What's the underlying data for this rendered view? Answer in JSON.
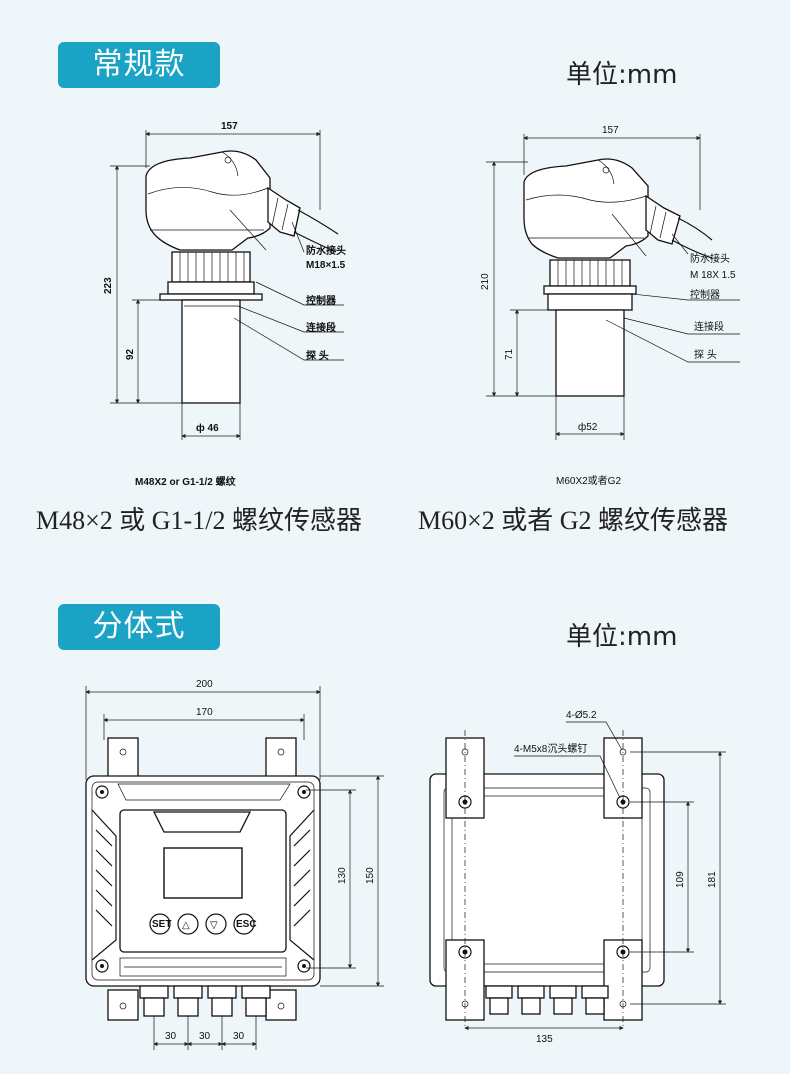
{
  "sections": {
    "standard": {
      "title": "常规款",
      "unit": "单位:mm"
    },
    "split": {
      "title": "分体式",
      "unit": "单位:mm"
    }
  },
  "sensor_left": {
    "dim_width": "157",
    "dim_height": "223",
    "dim_probe": "92",
    "dim_diameter": "ф 46",
    "label_waterproof": "防水接头",
    "label_gland": "M18×1.5",
    "label_controller": "控制器",
    "label_connector": "连接段",
    "label_probe": "探 头",
    "thread_note": "M48X2 or G1-1/2 螺纹",
    "caption": "M48×2 或 G1-1/2 螺纹传感器"
  },
  "sensor_right": {
    "dim_width": "157",
    "dim_height": "210",
    "dim_probe": "71",
    "dim_diameter": "ф52",
    "label_waterproof": "防水接头",
    "label_gland": "M 18X 1.5",
    "label_controller": "控制器",
    "label_connector": "连接段",
    "label_probe": "探 头",
    "thread_note": "M60X2或者G2",
    "caption": "M60×2 或者 G2 螺纹传感器"
  },
  "split_front": {
    "dim_outer_width": "200",
    "dim_inner_width": "170",
    "dim_height_inner": "130",
    "dim_height_outer": "150",
    "dim_pitch_1": "30",
    "dim_pitch_2": "30",
    "dim_pitch_3": "30",
    "buttons": [
      "SET",
      "△",
      "▽",
      "ESC"
    ]
  },
  "split_back": {
    "hole_note": "4-Ø5.2",
    "screw_note": "4-M5x8沉头螺钉",
    "dim_inner_height": "109",
    "dim_outer_height": "181",
    "dim_width": "135"
  }
}
